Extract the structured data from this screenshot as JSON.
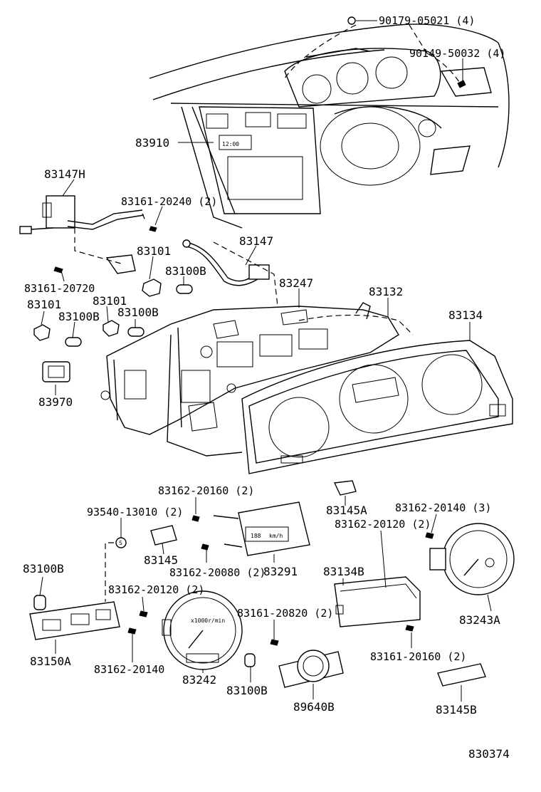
{
  "labels": {
    "p90179": "90179-05021 (4)",
    "p90149": "90149-50032 (4)",
    "p83910": "83910",
    "p83147H": "83147H",
    "p83161_20240": "83161-20240 (2)",
    "p83147": "83147",
    "p83101a": "83101",
    "p83100Ba": "83100B",
    "p83161_20720": "83161-20720",
    "p83247": "83247",
    "p83132": "83132",
    "p83101b": "83101",
    "p83101c": "83101",
    "p83100Bb": "83100B",
    "p83100Bc": "83100B",
    "p83134": "83134",
    "p83970": "83970",
    "p83162_20160": "83162-20160 (2)",
    "p83145A": "83145A",
    "p83162_20140_3": "83162-20140 (3)",
    "p93540": "93540-13010 (2)",
    "p83162_20120a": "83162-20120 (2)",
    "p83145": "83145",
    "p83162_20080": "83162-20080 (2)",
    "p83291": "83291",
    "p83134B": "83134B",
    "p83100Bd": "83100B",
    "p83162_20120b": "83162-20120 (2)",
    "p83161_20820": "83161-20820 (2)",
    "p83243A": "83243A",
    "p83150A": "83150A",
    "p83162_20140": "83162-20140",
    "p83161_20160": "83161-20160 (2)",
    "p83242": "83242",
    "p83100Be": "83100B",
    "p89640B": "89640B",
    "p83145B": "83145B",
    "diagramNo": "830374"
  },
  "inline_text": {
    "clock": "12:00",
    "odo_digits": "188",
    "odo_unit": "km/h",
    "tach_scale": "x1000r/min",
    "s_mark": "S"
  },
  "colors": {
    "ink": "#000000",
    "paper": "#ffffff"
  }
}
